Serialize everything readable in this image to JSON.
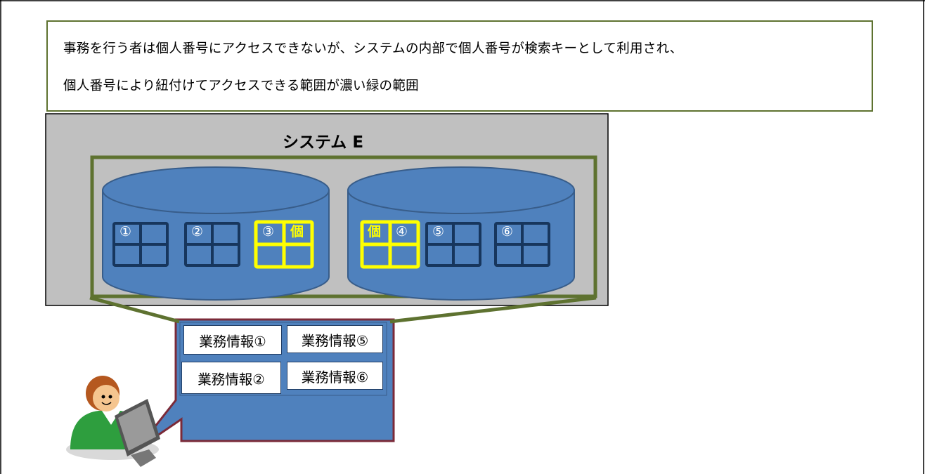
{
  "description_lines": [
    "事務を行う者は個人番号にアクセスできないが、システムの内部で個人番号が検索キーとして利用され、",
    "個人番号により紐付けてアクセスできる範囲が濃い緑の範囲"
  ],
  "system": {
    "title": "システム E"
  },
  "databases": [
    {
      "tables": [
        {
          "label": "①",
          "highlight": false
        },
        {
          "label": "②",
          "highlight": false
        },
        {
          "label": "③",
          "highlight": true,
          "key_label": "個"
        }
      ]
    },
    {
      "tables": [
        {
          "label": "④",
          "highlight": true,
          "key_label": "個"
        },
        {
          "label": "⑤",
          "highlight": false
        },
        {
          "label": "⑥",
          "highlight": false
        }
      ]
    }
  ],
  "business_info": {
    "items": [
      "業務情報①",
      "業務情報⑤",
      "業務情報②",
      "業務情報⑥"
    ]
  },
  "colors": {
    "system_fill": "#c0c0c0",
    "scope_border": "#5e7230",
    "db_fill": "#4f81bd",
    "db_stroke": "#385d8a",
    "table_border": "#17365d",
    "key_highlight": "#ffff00",
    "callout_fill": "#4f81bd",
    "callout_border": "#7b2a38"
  }
}
